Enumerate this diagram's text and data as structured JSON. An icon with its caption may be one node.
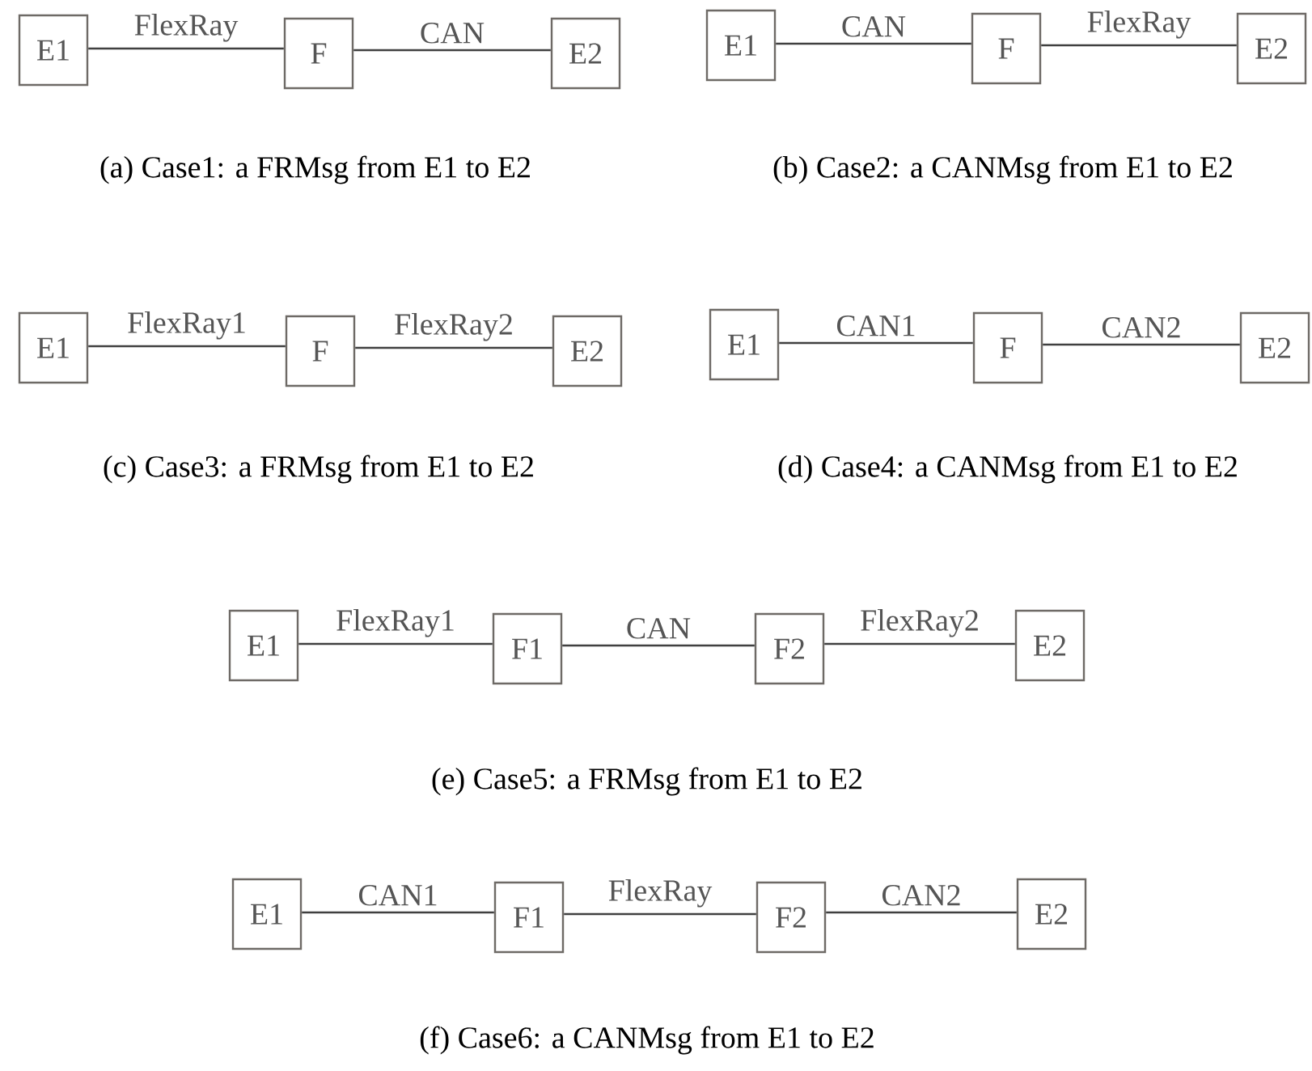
{
  "diagram": {
    "nodes": [
      {
        "text": [
          "E1"
        ]
      },
      {
        "text": [
          "F"
        ]
      },
      {
        "text": [
          "E2"
        ]
      },
      {
        "text": [
          "E1"
        ]
      },
      {
        "text": [
          "F"
        ]
      },
      {
        "text": [
          "E2"
        ]
      },
      {
        "text": [
          "E1"
        ]
      },
      {
        "text": [
          "F"
        ]
      },
      {
        "text": [
          "E2"
        ]
      },
      {
        "text": [
          "E1"
        ]
      },
      {
        "text": [
          "F"
        ]
      },
      {
        "text": [
          "E2"
        ]
      },
      {
        "text": [
          "E1"
        ]
      },
      {
        "text": [
          "F1"
        ]
      },
      {
        "text": [
          "F2"
        ]
      },
      {
        "text": [
          "E2"
        ]
      },
      {
        "text": [
          "E1"
        ]
      },
      {
        "text": [
          "F1"
        ]
      },
      {
        "text": [
          "F2"
        ]
      },
      {
        "text": [
          "E2"
        ]
      }
    ],
    "edges": [
      {
        "from": 0,
        "to": 1,
        "arrow": "none",
        "label": "FlexRay"
      },
      {
        "from": 1,
        "to": 2,
        "arrow": "none",
        "label": "CAN"
      },
      {
        "from": 3,
        "to": 4,
        "arrow": "none",
        "label": "CAN"
      },
      {
        "from": 4,
        "to": 5,
        "arrow": "none",
        "label": "FlexRay"
      },
      {
        "from": 6,
        "to": 7,
        "arrow": "none",
        "label": "FlexRay1"
      },
      {
        "from": 7,
        "to": 8,
        "arrow": "none",
        "label": "FlexRay2"
      },
      {
        "from": 9,
        "to": 10,
        "arrow": "none",
        "label": "CAN1"
      },
      {
        "from": 10,
        "to": 11,
        "arrow": "none",
        "label": "CAN2"
      },
      {
        "from": 12,
        "to": 13,
        "arrow": "none",
        "label": "FlexRay1"
      },
      {
        "from": 13,
        "to": 14,
        "arrow": "none",
        "label": "CAN"
      },
      {
        "from": 14,
        "to": 15,
        "arrow": "none",
        "label": "FlexRay2"
      },
      {
        "from": 16,
        "to": 17,
        "arrow": "none",
        "label": "CAN1"
      },
      {
        "from": 17,
        "to": 18,
        "arrow": "none",
        "label": "FlexRay"
      },
      {
        "from": 18,
        "to": 19,
        "arrow": "none",
        "label": "CAN2"
      }
    ],
    "labels": [
      "(a) Case1: a FRMsg from E1 to E2",
      "(b) Case2: a CANMsg from E1 to E2",
      "(c) Case3: a FRMsg from E1 to E2",
      "(d) Case4: a CANMsg from E1 to E2",
      "(e) Case5: a FRMsg from E1 to E2",
      "(f) Case6: a CANMsg from E1 to E2"
    ]
  }
}
